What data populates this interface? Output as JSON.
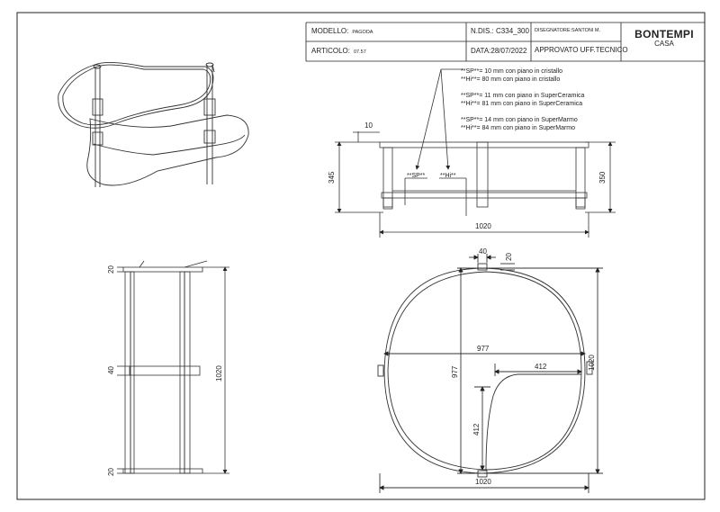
{
  "title_block": {
    "modello_label": "MODELLO:",
    "modello_value": "PAGODA",
    "articolo_label": "ARTICOLO:",
    "articolo_value": "07.57",
    "ndis_label": "N.DIS.:",
    "ndis_value": "C334_300",
    "data_label": "DATA:",
    "data_value": "28/07/2022",
    "designer": "DISEGNATORE:SANTONI M.",
    "approval": "APPROVATO UFF.TECNICO",
    "brand": "BONTEMPI",
    "brand_sub": "CASA"
  },
  "notes": [
    "**SP**= 10 mm con piano in cristallo",
    "**Hi**= 80 mm con piano in cristallo",
    "**SP**= 11 mm con piano in SuperCeramica",
    "**Hi**= 81 mm con piano in SuperCeramica",
    "**SP**= 14 mm con piano in SuperMarmo",
    "**Hi**= 84 mm con piano in SuperMarmo"
  ],
  "front_view": {
    "dim_top": "10",
    "dim_left": "345",
    "dim_right": "350",
    "dim_width": "1020",
    "tag_sp": "**SP**",
    "tag_hi": "**Hi**"
  },
  "side_view": {
    "dim_top": "20",
    "dim_mid": "40",
    "dim_bottom": "20",
    "dim_height": "1020"
  },
  "plan_view": {
    "dim_40": "40",
    "dim_20": "20",
    "dim_977_h": "977",
    "dim_977_v": "977",
    "dim_412_h": "412",
    "dim_412_v": "412",
    "dim_1020_v": "1020",
    "dim_1020_h": "1020"
  }
}
